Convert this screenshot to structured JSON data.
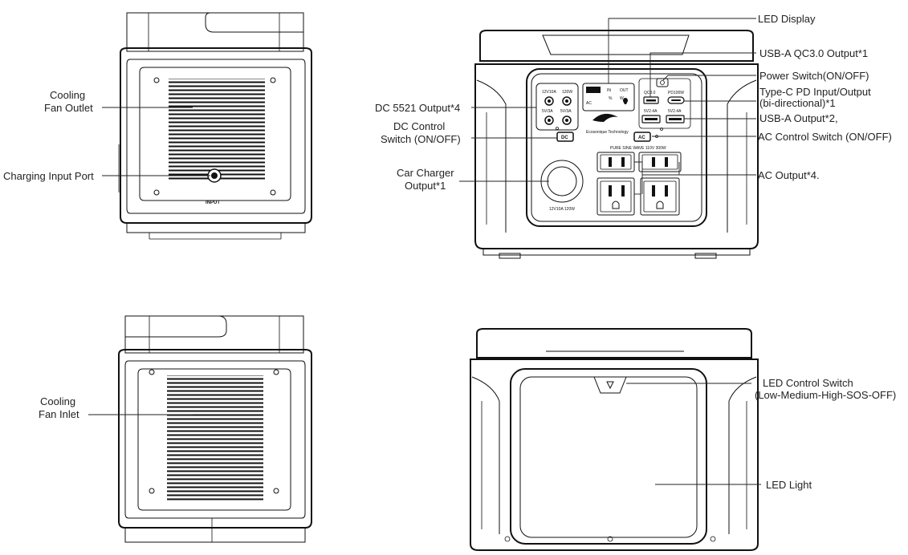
{
  "labels": {
    "led_display": "LED Display",
    "usb_a_qc": "USB-A  QC3.0 Output*1",
    "power_switch": "Power Switch(ON/OFF)",
    "type_c_line1": "Type-C PD Input/Output",
    "type_c_line2": "(bi-directional)*1",
    "usb_a_output": "USB-A Output*2,",
    "ac_control_switch": "AC Control Switch (ON/OFF)",
    "ac_output": "AC Output*4.",
    "dc5521": "DC 5521 Output*4",
    "dc_control_line1": "DC Control",
    "dc_control_line2": "Switch (ON/OFF)",
    "car_charger_line1": "Car Charger",
    "car_charger_line2": "Output*1",
    "cooling_outlet_line1": "Cooling",
    "cooling_outlet_line2": "Fan Outlet",
    "charging_input_port": "Charging Input Port",
    "cooling_inlet_line1": "Cooling",
    "cooling_inlet_line2": "Fan Inlet",
    "led_control_line1": "LED Control Switch",
    "led_control_line2": "(Low-Medium-High-SOS-OFF)",
    "led_light": "LED Light"
  },
  "device_text": {
    "input": "INPUT",
    "dc_button": "DC",
    "ac_button": "AC",
    "brand": "Ecosonique Technology",
    "qc": "QC3.0",
    "pd": "PD100W",
    "usb1": "5V2.4A",
    "usb2": "5V2.4A",
    "ac_rating": "PURE SINE WAVE 110V 300W",
    "car_rating": "12V10A      120W",
    "dc_tl": "12V10A",
    "dc_tr": "120W",
    "dc_bl": "5V/3A",
    "dc_br": "5V/3A"
  }
}
